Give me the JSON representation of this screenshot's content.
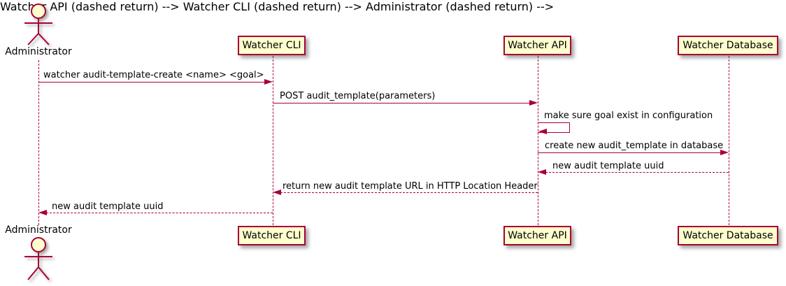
{
  "diagram": {
    "type": "sequence",
    "tool_style": "plantuml",
    "colors": {
      "accent": "#A80036",
      "participant_fill": "#FEFECE",
      "text": "#000000"
    },
    "actor": {
      "label": "Administrator"
    },
    "participants": [
      {
        "label": "Watcher CLI"
      },
      {
        "label": "Watcher API"
      },
      {
        "label": "Watcher Database"
      }
    ],
    "messages": [
      {
        "from": "Administrator",
        "to": "Watcher CLI",
        "style": "solid",
        "text": "watcher audit-template-create <name> <goal>"
      },
      {
        "from": "Watcher CLI",
        "to": "Watcher API",
        "style": "solid",
        "text": "POST audit_template(parameters)"
      },
      {
        "from": "Watcher API",
        "to": "Watcher API",
        "style": "self",
        "text": "make sure goal exist in configuration"
      },
      {
        "from": "Watcher API",
        "to": "Watcher Database",
        "style": "solid",
        "text": "create new audit_template in database"
      },
      {
        "from": "Watcher Database",
        "to": "Watcher API",
        "style": "dashed",
        "text": "new audit template uuid"
      },
      {
        "from": "Watcher API",
        "to": "Watcher CLI",
        "style": "dashed",
        "text": "return new audit template URL in HTTP Location Header"
      },
      {
        "from": "Watcher CLI",
        "to": "Administrator",
        "style": "dashed",
        "text": "new audit template uuid"
      }
    ]
  }
}
